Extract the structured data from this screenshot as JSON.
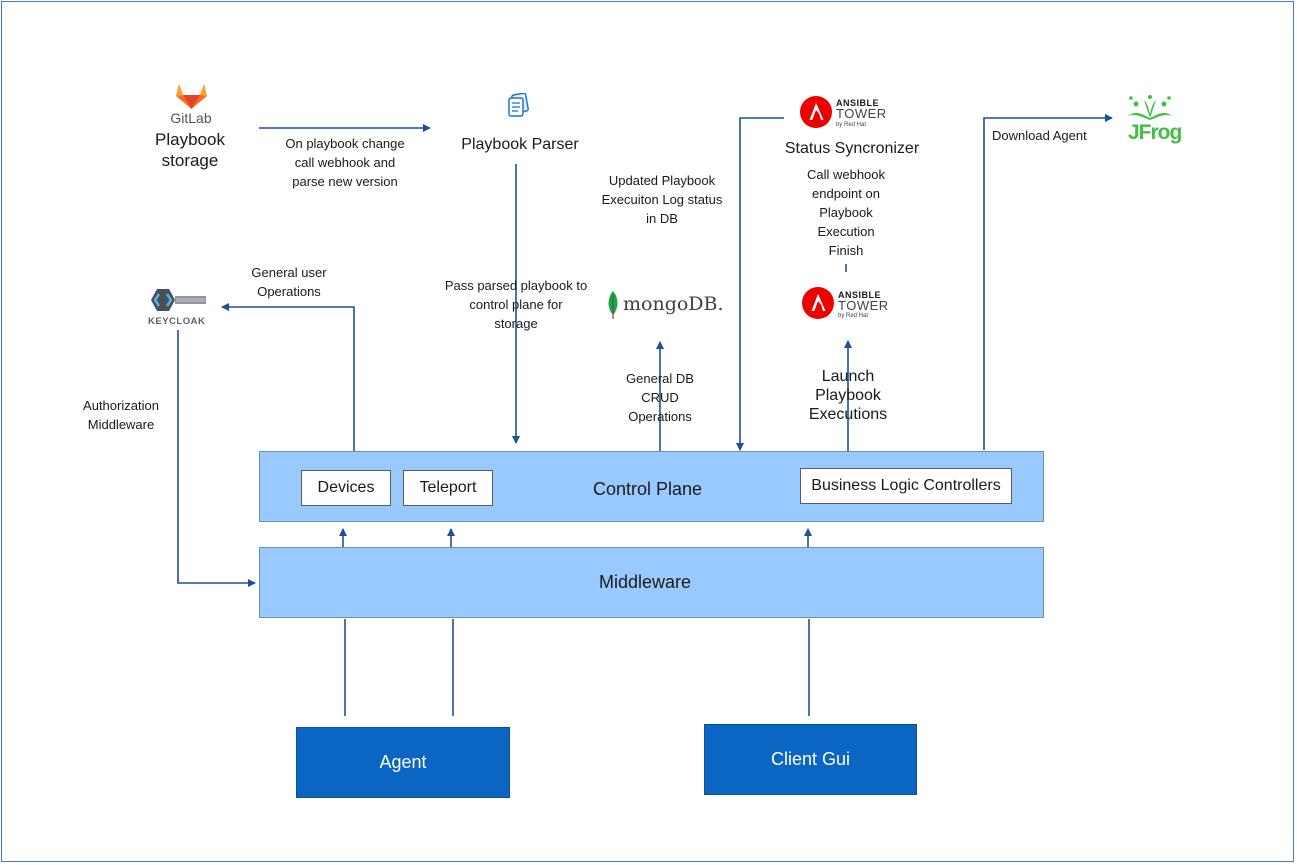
{
  "colors": {
    "band_fill": "#99caff",
    "box_fill": "#0a66c2",
    "connector": "#1f4e9c",
    "gitlab": "#e24329",
    "ansible": "#e00",
    "mongodb": "#13aa52",
    "jfrog": "#40be46"
  },
  "gitlab": {
    "logo_text": "GitLab",
    "label": "Playbook\nstorage",
    "icon": "gitlab-fox-icon"
  },
  "parser": {
    "label": "Playbook Parser",
    "icon": "document-icon"
  },
  "keycloak": {
    "logo_text": "KEYCLOAK",
    "icon": "keycloak-key-icon"
  },
  "mongodb": {
    "logo_text": "mongoDB.",
    "icon": "mongodb-leaf-icon"
  },
  "ansible_top": {
    "brand": "ANSIBLE",
    "product": "TOWER",
    "by": "by Red Hat",
    "label": "Status Syncronizer",
    "icon": "ansible-a-icon"
  },
  "ansible_mid": {
    "brand": "ANSIBLE",
    "product": "TOWER",
    "by": "by Red Hat",
    "icon": "ansible-a-icon"
  },
  "jfrog": {
    "logo_text": "JFrog",
    "icon": "jfrog-splash-icon"
  },
  "edges": {
    "gitlab_to_parser": "On playbook change\ncall webhook and\nparse new version",
    "parser_to_control": "Pass parsed playbook to\ncontrol plane for\nstorage",
    "updated_status": "Updated Playbook\nExecuiton Log status\nin DB",
    "call_webhook": "Call webhook\nendpoint on\nPlaybook\nExecution\nFinish",
    "general_user": "General user\nOperations",
    "authorization": "Authorization\nMiddleware",
    "db_crud": "General DB\nCRUD\nOperations",
    "launch": "Launch\nPlaybook\nExecutions",
    "download_agent": "Download Agent"
  },
  "control_plane": {
    "title": "Control Plane",
    "devices": "Devices",
    "teleport": "Teleport",
    "business": "Business Logic Controllers"
  },
  "middleware": {
    "title": "Middleware"
  },
  "agent": {
    "label": "Agent"
  },
  "client": {
    "label": "Client Gui"
  }
}
